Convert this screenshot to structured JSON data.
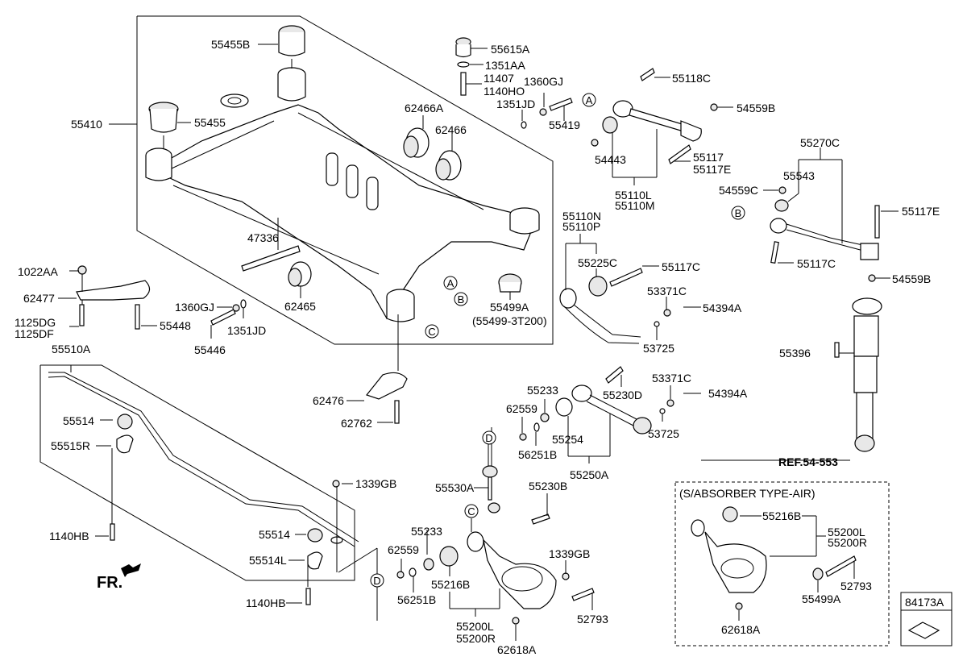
{
  "diagram": {
    "title": "Rear Crossmember / Suspension Parts Diagram",
    "labels": {
      "p55455B": "55455B",
      "p55615A": "55615A",
      "p1351AA": "1351AA",
      "p11407": "11407",
      "p1140HO": "1140HO",
      "p1360GJ_top": "1360GJ",
      "p1351JD_top": "1351JD",
      "p55419": "55419",
      "p55118C": "55118C",
      "p54559B_top": "54559B",
      "p55410": "55410",
      "p55455": "55455",
      "p62466A": "62466A",
      "p62466": "62466",
      "p54443": "54443",
      "p55117": "55117",
      "p55117E_a": "55117E",
      "p55110L": "55110L",
      "p55110M": "55110M",
      "p55270C": "55270C",
      "p55543": "55543",
      "p54559C": "54559C",
      "p55117E_b": "55117E",
      "p55117C_b": "55117C",
      "p54559B_b": "54559B",
      "p55110N": "55110N",
      "p55110P": "55110P",
      "p55225C": "55225C",
      "p55117C_a": "55117C",
      "p47336": "47336",
      "p1022AA": "1022AA",
      "p62477": "62477",
      "p1125DG": "1125DG",
      "p1125DF": "1125DF",
      "p55448": "55448",
      "p1360GJ_mid": "1360GJ",
      "p1351JD_mid": "1351JD",
      "p55446": "55446",
      "p62465": "62465",
      "p55499A": "55499A",
      "p55499_3T200": "(55499-3T200)",
      "p53371C_a": "53371C",
      "p54394A_a": "54394A",
      "p53725_a": "53725",
      "p55396": "55396",
      "p55510A": "55510A",
      "p55514_a": "55514",
      "p55515R": "55515R",
      "p1140HB_a": "1140HB",
      "p62476": "62476",
      "p62762": "62762",
      "p55233_a": "55233",
      "p62559_a": "62559",
      "p56251B_a": "56251B",
      "p55254": "55254",
      "p55230D": "55230D",
      "p53371C_b": "53371C",
      "p54394A_b": "54394A",
      "p53725_b": "53725",
      "p55250A": "55250A",
      "p1339GB_a": "1339GB",
      "p55514_b": "55514",
      "p55514L": "55514L",
      "p1140HB_b": "1140HB",
      "p55530A": "55530A",
      "p55230B": "55230B",
      "p55233_b": "55233",
      "p62559_b": "62559",
      "p56251B_b": "56251B",
      "p55216B_a": "55216B",
      "p1339GB_b": "1339GB",
      "p52793_a": "52793",
      "p55200L_a": "55200L",
      "p55200R_a": "55200R",
      "p62618A_a": "62618A",
      "ref": "REF.54-553",
      "air_title": "(S/ABSORBER TYPE-AIR)",
      "p55216B_b": "55216B",
      "p55200L_b": "55200L",
      "p55200R_b": "55200R",
      "p55499A_b": "55499A",
      "p52793_b": "52793",
      "p62618A_b": "62618A",
      "p84173A": "84173A",
      "fr": "FR."
    },
    "callouts": {
      "A": "A",
      "B": "B",
      "C": "C",
      "D": "D"
    }
  }
}
